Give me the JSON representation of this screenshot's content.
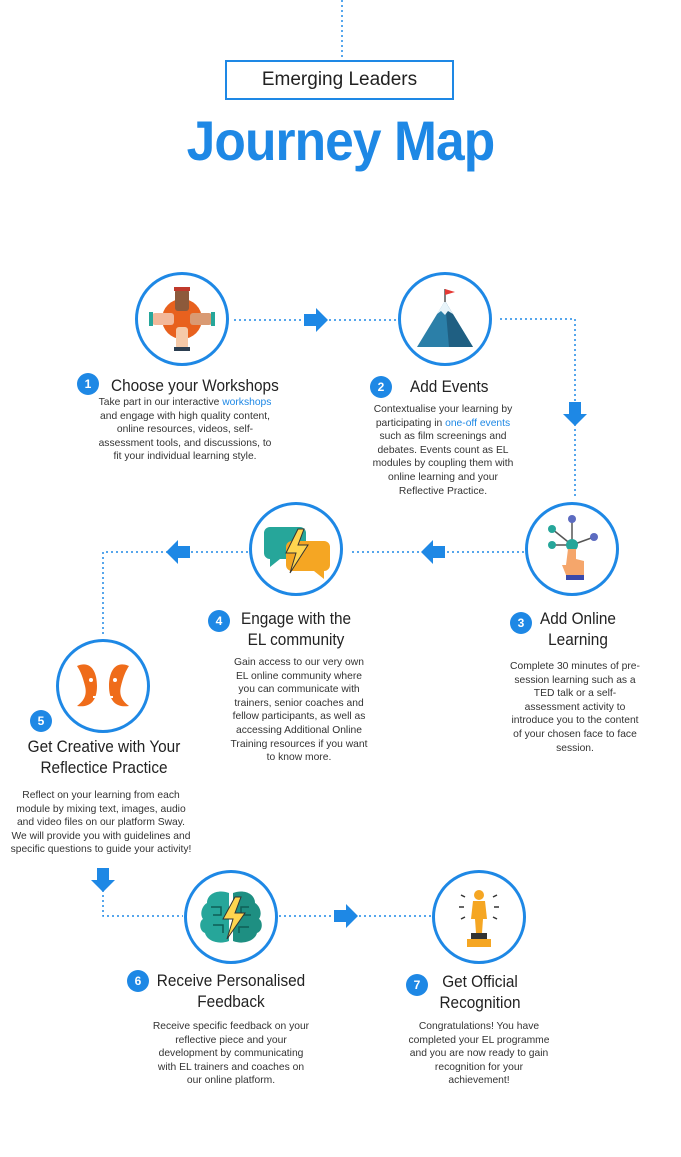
{
  "header": {
    "subtitle": "Emerging Leaders",
    "title": "Journey Map"
  },
  "colors": {
    "accent": "#1e88e5",
    "text": "#222222"
  },
  "steps": [
    {
      "number": "1",
      "icon": "hands-teamwork-icon",
      "title": "Choose your Workshops",
      "desc_before": "Take part in our interactive ",
      "desc_link": "workshops",
      "desc_after": " and engage with high quality content, online resources, videos, self-assessment tools, and discussions, to fit your individual learning style."
    },
    {
      "number": "2",
      "icon": "mountain-flag-icon",
      "title": "Add Events",
      "desc_before": "Contextualise your learning by participating in ",
      "desc_link": "one-off events",
      "desc_after": " such as film screenings and debates. Events count as EL modules by coupling them with online learning and your Reflective Practice."
    },
    {
      "number": "3",
      "icon": "touch-network-icon",
      "title_line1": "Add Online",
      "title_line2": "Learning",
      "desc": "Complete 30 minutes of pre-session learning such as a TED talk or a self-assessment activity to introduce you to the content of your chosen face to face session."
    },
    {
      "number": "4",
      "icon": "chat-bubbles-lightning-icon",
      "title_line1": "Engage with the",
      "title_line2": "EL community",
      "desc": "Gain access to our very own EL online community where you can communicate with trainers, senior coaches and fellow participants, as well as accessing Additional Online Training resources if you want to know more."
    },
    {
      "number": "5",
      "icon": "faces-reflection-icon",
      "title_line1": "Get Creative with Your",
      "title_line2": "Reflectice Practice",
      "desc": "Reflect on your learning from each module by mixing text, images, audio and video files on our platform Sway. We will provide you with guidelines and specific questions to guide your activity!"
    },
    {
      "number": "6",
      "icon": "brain-lightning-icon",
      "title_line1": "Receive Personalised",
      "title_line2": "Feedback",
      "desc": "Receive specific feedback on your reflective piece and your development by communicating with EL trainers and coaches on our online platform."
    },
    {
      "number": "7",
      "icon": "trophy-statue-icon",
      "title_line1": "Get Official",
      "title_line2": "Recognition",
      "desc": "Congratulations! You have completed your EL programme and you are now ready to gain recognition for your achievement!"
    }
  ]
}
